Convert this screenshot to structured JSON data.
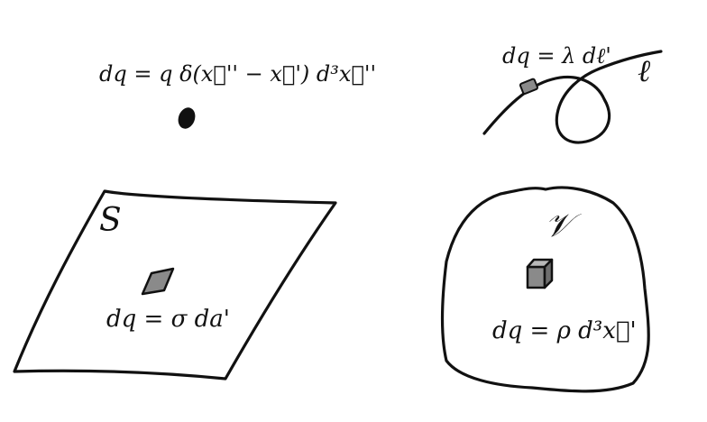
{
  "colors": {
    "ink": "#111111",
    "element_fill": "#8a8a8a",
    "cube_top": "#b8b8b8",
    "cube_side": "#6e6e6e",
    "background": "#ffffff"
  },
  "point": {
    "formula": "dq = q δ(x⃗'' − x⃗') d³x⃗''"
  },
  "line": {
    "label": "ℓ",
    "formula": "dq = λ dℓ'"
  },
  "surface": {
    "label": "S",
    "formula": "dq = σ da'"
  },
  "volume": {
    "label": "𝒱",
    "formula": "dq = ρ d³x⃗'"
  }
}
